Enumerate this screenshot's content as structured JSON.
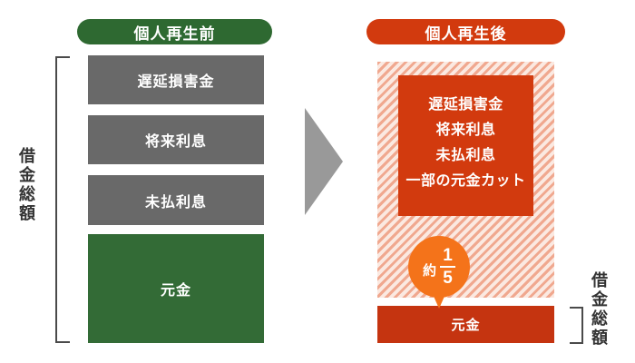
{
  "before": {
    "header": "個人再生前",
    "items": [
      "遅延損害金",
      "将来利息",
      "未払利息"
    ],
    "principal": "元金",
    "bracket_label": "借金総額"
  },
  "after": {
    "header": "個人再生後",
    "cut_box_lines": [
      "遅延損害金",
      "将来利息",
      "未払利息",
      "一部の元金カット"
    ],
    "reduction_badge": {
      "prefix": "約",
      "numerator": "1",
      "denominator": "5"
    },
    "principal": "元金",
    "bracket_label": "借金総額"
  },
  "colors": {
    "green_pill": "#2E6931",
    "green_box": "#336B36",
    "gray_box": "#696969",
    "red_pill": "#D23A0E",
    "red_cut_box": "#D23A0E",
    "red_principal_bar": "#C53410",
    "orange_badge": "#F4731A",
    "hatch_stripe": "#F0A88F",
    "hatch_background": "#FBE9E1",
    "arrow_gray": "#999999",
    "bracket_line": "#4A4A4A",
    "label_text": "#333333"
  }
}
